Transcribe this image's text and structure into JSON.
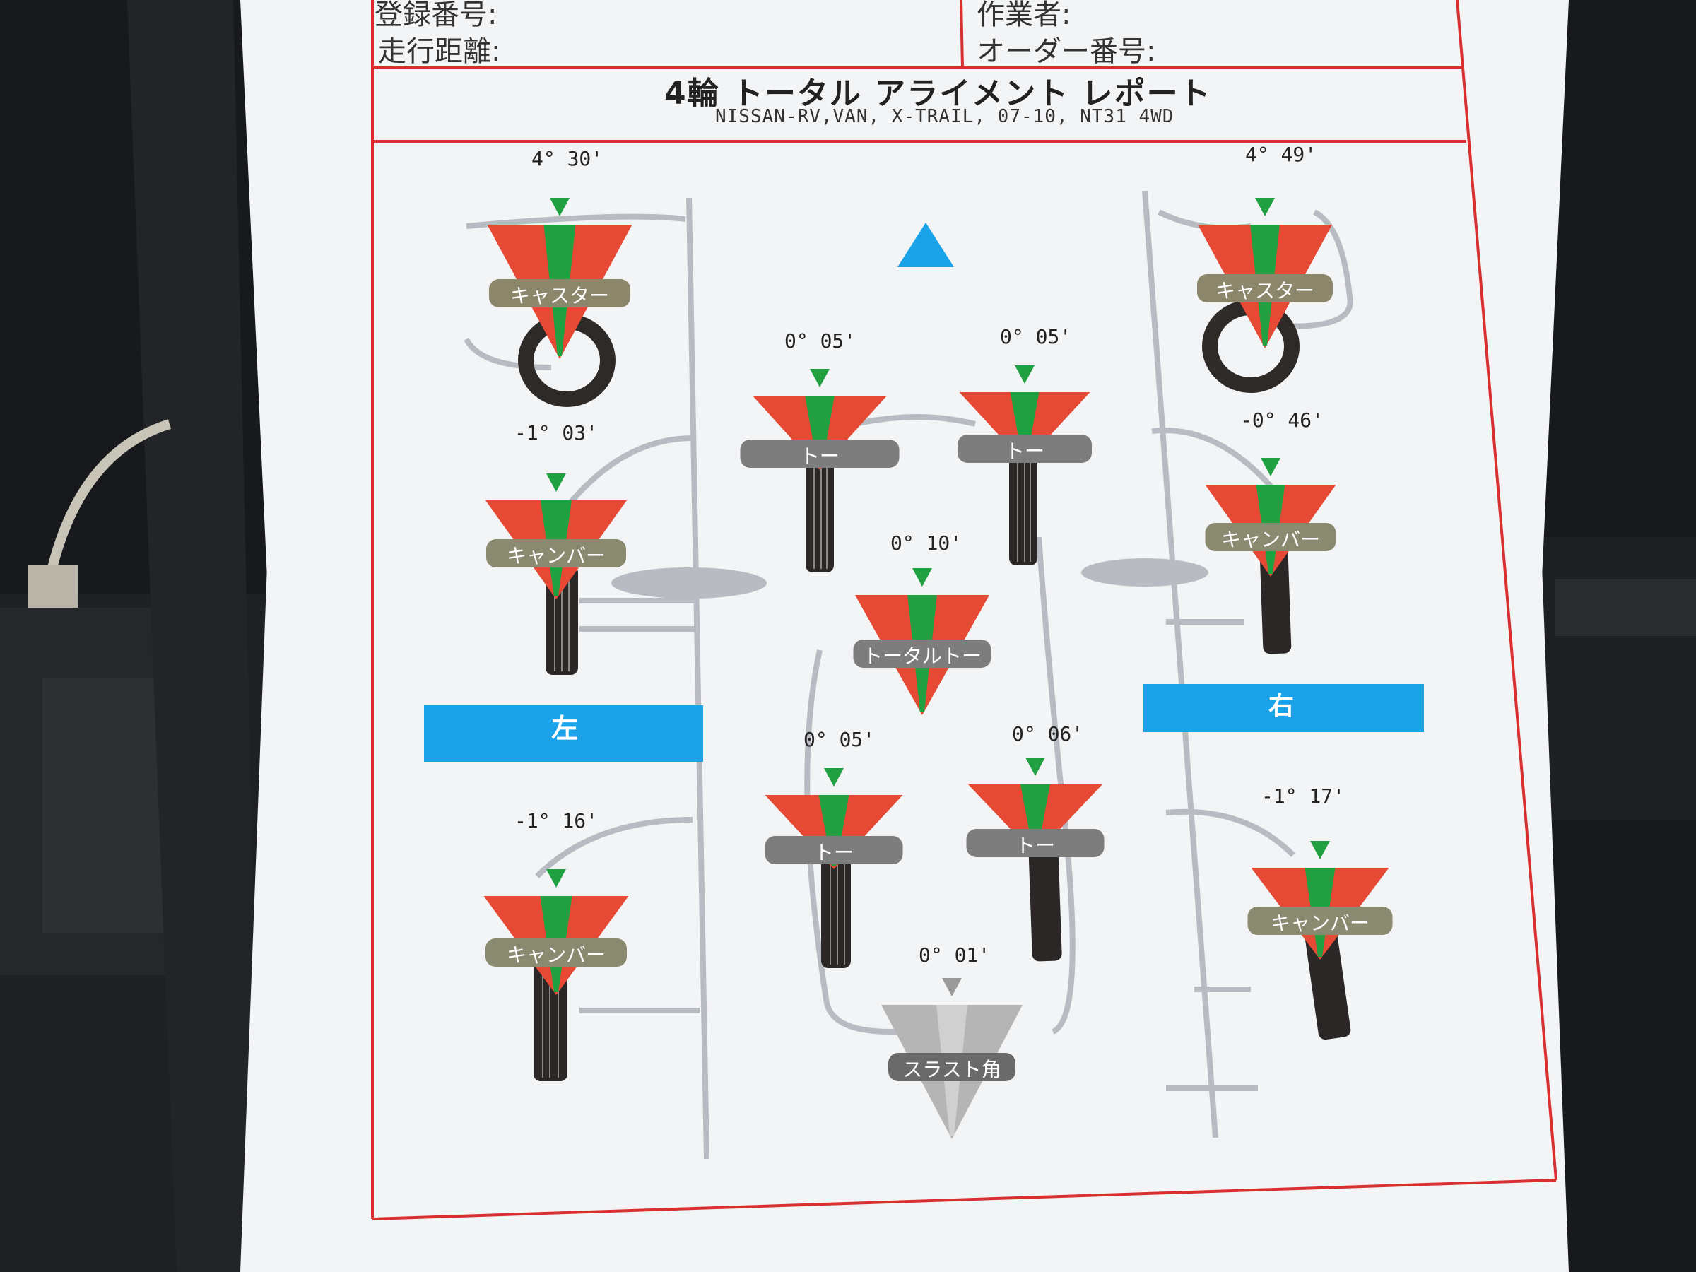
{
  "header": {
    "registration_label": "登録番号:",
    "worker_label": "作業者:",
    "mileage_label": "走行距離:",
    "order_label": "オーダー番号:"
  },
  "report": {
    "title": "4輪 トータル アライメント レポート",
    "vehicle": "NISSAN-RV,VAN, X-TRAIL, 07-10, NT31 4WD"
  },
  "side_labels": {
    "left": "左",
    "right": "右"
  },
  "measurements": {
    "left_caster": {
      "label": "キャスター",
      "value": "4° 30'"
    },
    "right_caster": {
      "label": "キャスター",
      "value": "4° 49'"
    },
    "left_front_camber": {
      "label": "キャンバー",
      "value": "-1° 03'"
    },
    "right_front_camber": {
      "label": "キャンバー",
      "value": "-0° 46'"
    },
    "left_front_toe": {
      "label": "トー",
      "value": "0° 05'"
    },
    "right_front_toe": {
      "label": "トー",
      "value": "0° 05'"
    },
    "total_toe": {
      "label": "トータルトー",
      "value": "0° 10'"
    },
    "left_rear_toe": {
      "label": "トー",
      "value": "0° 05'"
    },
    "right_rear_toe": {
      "label": "トー",
      "value": "0° 06'"
    },
    "left_rear_camber": {
      "label": "キャンバー",
      "value": "-1° 16'"
    },
    "right_rear_camber": {
      "label": "キャンバー",
      "value": "-1° 17'"
    },
    "thrust_angle": {
      "label": "スラスト角",
      "value": "0° 01'"
    }
  },
  "colors": {
    "in_range": "#20a040",
    "out_range": "#e64a35",
    "side_band": "#1aa3e8",
    "border": "#d83030",
    "label_caster": "#8c866a",
    "label_camber": "#8a8a70",
    "label_toe": "#7d7d7d",
    "thrust_gray": "#b5b5b5"
  }
}
